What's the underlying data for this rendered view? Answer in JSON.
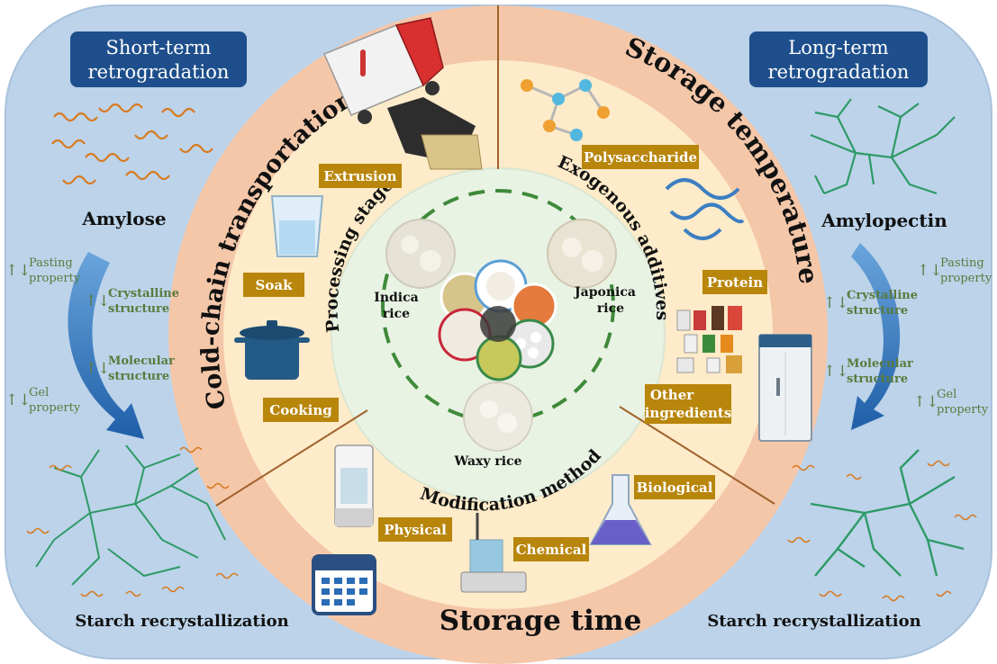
{
  "left_panel": {
    "badge": [
      "Short-term",
      "retrogradation"
    ],
    "molecule_label": "Amylose",
    "properties": [
      {
        "arrows": "↑↓",
        "label": [
          "Pasting",
          "property"
        ]
      },
      {
        "arrows": "↑↓",
        "label": [
          "Crystalline",
          "structure"
        ]
      },
      {
        "arrows": "↑↓",
        "label": [
          "Molecular",
          "structure"
        ]
      },
      {
        "arrows": "↑↓",
        "label": [
          "Gel",
          "property"
        ]
      }
    ],
    "bottom_label": "Starch recrystallization"
  },
  "right_panel": {
    "badge": [
      "Long-term",
      "retrogradation"
    ],
    "molecule_label": "Amylopectin",
    "properties": [
      {
        "arrows": "↑↓",
        "label": [
          "Pasting",
          "property"
        ]
      },
      {
        "arrows": "↑↓",
        "label": [
          "Crystalline",
          "structure"
        ]
      },
      {
        "arrows": "↑↓",
        "label": [
          "Molecular",
          "structure"
        ]
      },
      {
        "arrows": "↑↓",
        "label": [
          "Gel",
          "property"
        ]
      }
    ],
    "bottom_label": "Starch recrystallization"
  },
  "outer_ring": {
    "cold_chain": "Cold-chain transportation",
    "storage_temperature": "Storage temperature",
    "storage_time": "Storage time"
  },
  "middle_ring": {
    "processing_stage": "Processing stage",
    "exogenous_additives": "Exogenous additives",
    "modification_method": "Modification method",
    "tags": {
      "extrusion": "Extrusion",
      "soak": "Soak",
      "cooking": "Cooking",
      "polysaccharide": "Polysaccharide",
      "protein": "Protein",
      "other_ingredients": [
        "Other",
        "ingredients"
      ],
      "biological": "Biological",
      "physical": "Physical",
      "chemical": "Chemical"
    }
  },
  "center": {
    "indica": [
      "Indica",
      "rice"
    ],
    "japonica": [
      "Japonica",
      "rice"
    ],
    "waxy": "Waxy rice"
  },
  "colors": {
    "background": "#bcd3ea",
    "outer_ring": "#f4c7a9",
    "middle_ring": "#fdebc9",
    "center": "#dbeed6",
    "badge": "#1e4f8c",
    "tag": "#b8860b",
    "prop_text": "#5a7a3c",
    "amylopectin": "#2e9a66",
    "amylose": "#d97a1e",
    "arrow": "#2f6eb5"
  }
}
